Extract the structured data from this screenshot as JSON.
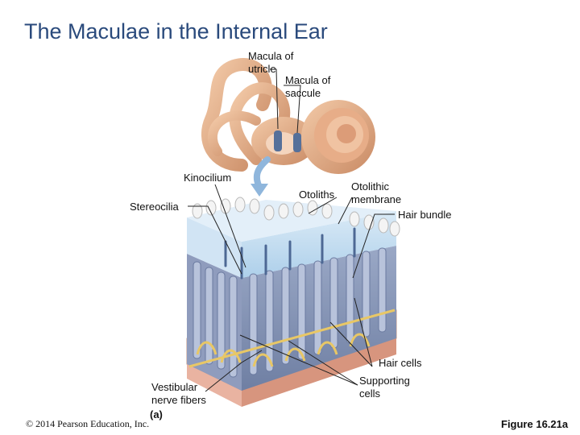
{
  "title": "The Maculae in the Internal Ear",
  "labels": {
    "macula_utricle": "Macula of\nutricle",
    "macula_saccule": "Macula of\nsaccule",
    "kinocilium": "Kinocilium",
    "stereocilia": "Stereocilia",
    "otoliths": "Otoliths",
    "otolithic_membrane": "Otolithic\nmembrane",
    "hair_bundle": "Hair bundle",
    "hair_cells": "Hair cells",
    "supporting_cells": "Supporting\ncells",
    "vestibular_nerve": "Vestibular\nnerve fibers"
  },
  "panel_letter": "(a)",
  "copyright": "© 2014 Pearson Education, Inc.",
  "figure_number": "Figure 16.21a",
  "colors": {
    "title": "#2a4a7c",
    "bone": "#e8b48f",
    "membrane": "#bcd8ee",
    "cells": "#a8b4cc",
    "connective": "#f2c9b8"
  }
}
